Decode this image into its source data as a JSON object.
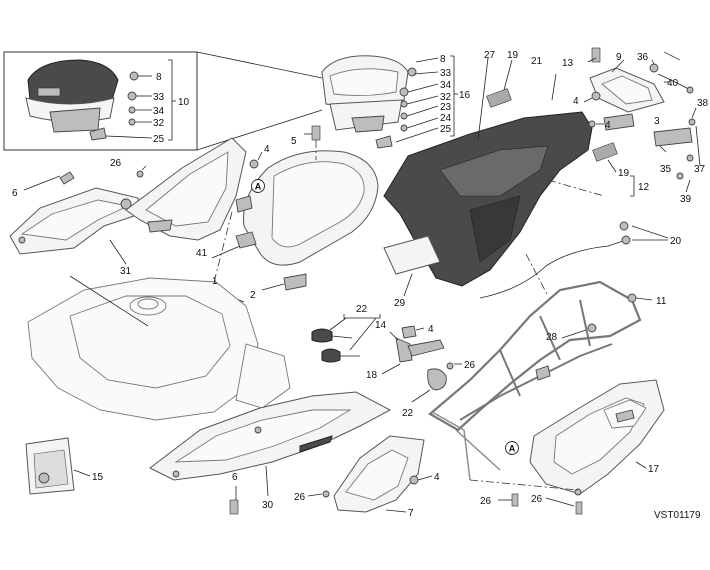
{
  "drawing_code": "VST01179",
  "callout_letter": "A",
  "labels": [
    {
      "id": "l8a",
      "text": "8"
    },
    {
      "id": "l33a",
      "text": "33"
    },
    {
      "id": "l34a",
      "text": "34"
    },
    {
      "id": "l32a",
      "text": "32"
    },
    {
      "id": "l25a",
      "text": "25"
    },
    {
      "id": "l10",
      "text": "10"
    },
    {
      "id": "l8b",
      "text": "8"
    },
    {
      "id": "l33b",
      "text": "33"
    },
    {
      "id": "l34b",
      "text": "34"
    },
    {
      "id": "l32b",
      "text": "32"
    },
    {
      "id": "l23",
      "text": "23"
    },
    {
      "id": "l24",
      "text": "24"
    },
    {
      "id": "l25b",
      "text": "25"
    },
    {
      "id": "l16",
      "text": "16"
    },
    {
      "id": "l27",
      "text": "27"
    },
    {
      "id": "l19a",
      "text": "19"
    },
    {
      "id": "l21",
      "text": "21"
    },
    {
      "id": "l13",
      "text": "13"
    },
    {
      "id": "l9",
      "text": "9"
    },
    {
      "id": "l36",
      "text": "36"
    },
    {
      "id": "l40",
      "text": "40"
    },
    {
      "id": "l38",
      "text": "38"
    },
    {
      "id": "l4a",
      "text": "4"
    },
    {
      "id": "l4b",
      "text": "4"
    },
    {
      "id": "l3",
      "text": "3"
    },
    {
      "id": "l37",
      "text": "37"
    },
    {
      "id": "l35",
      "text": "35"
    },
    {
      "id": "l39",
      "text": "39"
    },
    {
      "id": "l19b",
      "text": "19"
    },
    {
      "id": "l12",
      "text": "12"
    },
    {
      "id": "l5",
      "text": "5"
    },
    {
      "id": "l4c",
      "text": "4"
    },
    {
      "id": "l26a",
      "text": "26"
    },
    {
      "id": "l6a",
      "text": "6"
    },
    {
      "id": "l41",
      "text": "41"
    },
    {
      "id": "l1",
      "text": "1"
    },
    {
      "id": "l2",
      "text": "2"
    },
    {
      "id": "l31",
      "text": "31"
    },
    {
      "id": "l29",
      "text": "29"
    },
    {
      "id": "l20",
      "text": "20"
    },
    {
      "id": "l11",
      "text": "11"
    },
    {
      "id": "l22a",
      "text": "22"
    },
    {
      "id": "l14",
      "text": "14"
    },
    {
      "id": "l4d",
      "text": "4"
    },
    {
      "id": "l28",
      "text": "28"
    },
    {
      "id": "l18",
      "text": "18"
    },
    {
      "id": "l26b",
      "text": "26"
    },
    {
      "id": "l22b",
      "text": "22"
    },
    {
      "id": "l15",
      "text": "15"
    },
    {
      "id": "l6b",
      "text": "6"
    },
    {
      "id": "l30",
      "text": "30"
    },
    {
      "id": "l26c",
      "text": "26"
    },
    {
      "id": "l7",
      "text": "7"
    },
    {
      "id": "l4e",
      "text": "4"
    },
    {
      "id": "l26d",
      "text": "26"
    },
    {
      "id": "l26e",
      "text": "26"
    },
    {
      "id": "l17",
      "text": "17"
    }
  ]
}
